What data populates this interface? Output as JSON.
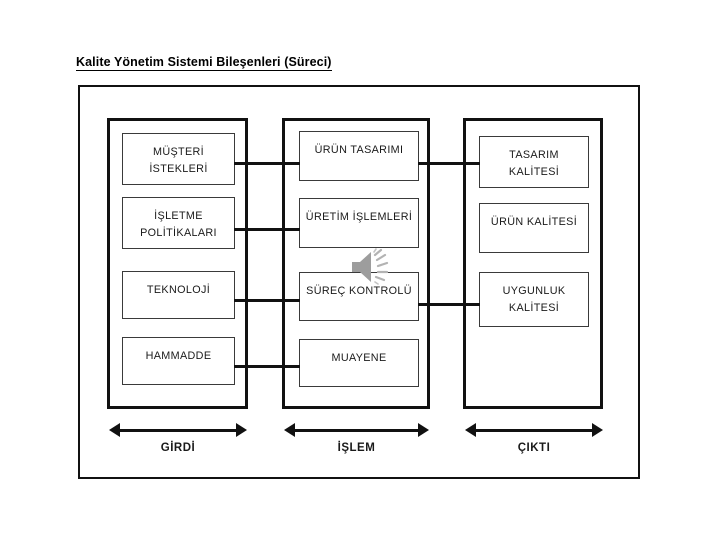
{
  "title": "Kalite Yönetim Sistemi Bileşenleri (Süreci)",
  "columns": {
    "input": {
      "phase_label": "GİRDİ",
      "items": [
        {
          "line1": "MÜŞTERİ",
          "line2": "İSTEKLERİ"
        },
        {
          "line1": "İŞLETME",
          "line2": "POLİTİKALARI"
        },
        {
          "line1": "TEKNOLOJİ",
          "line2": ""
        },
        {
          "line1": "HAMMADDE",
          "line2": ""
        }
      ]
    },
    "process": {
      "phase_label": "İŞLEM",
      "items": [
        {
          "line1": "ÜRÜN TASARIMI",
          "line2": ""
        },
        {
          "line1": "ÜRETİM İŞLEMLERİ",
          "line2": ""
        },
        {
          "line1": "SÜREÇ KONTROLÜ",
          "line2": ""
        },
        {
          "line1": "MUAYENE",
          "line2": ""
        }
      ]
    },
    "output": {
      "phase_label": "ÇIKTI",
      "items": [
        {
          "line1": "TASARIM",
          "line2": "KALİTESİ"
        },
        {
          "line1": "ÜRÜN KALİTESİ",
          "line2": ""
        },
        {
          "line1": "UYGUNLUK",
          "line2": "KALİTESİ"
        }
      ]
    }
  },
  "overlay": {
    "icon": "speaker-sound-icon"
  },
  "colors": {
    "line": "#111111",
    "box_border": "#3a3a3a",
    "text": "#1a1a1a",
    "background": "#ffffff",
    "icon_gray": "#9a9a9a"
  }
}
